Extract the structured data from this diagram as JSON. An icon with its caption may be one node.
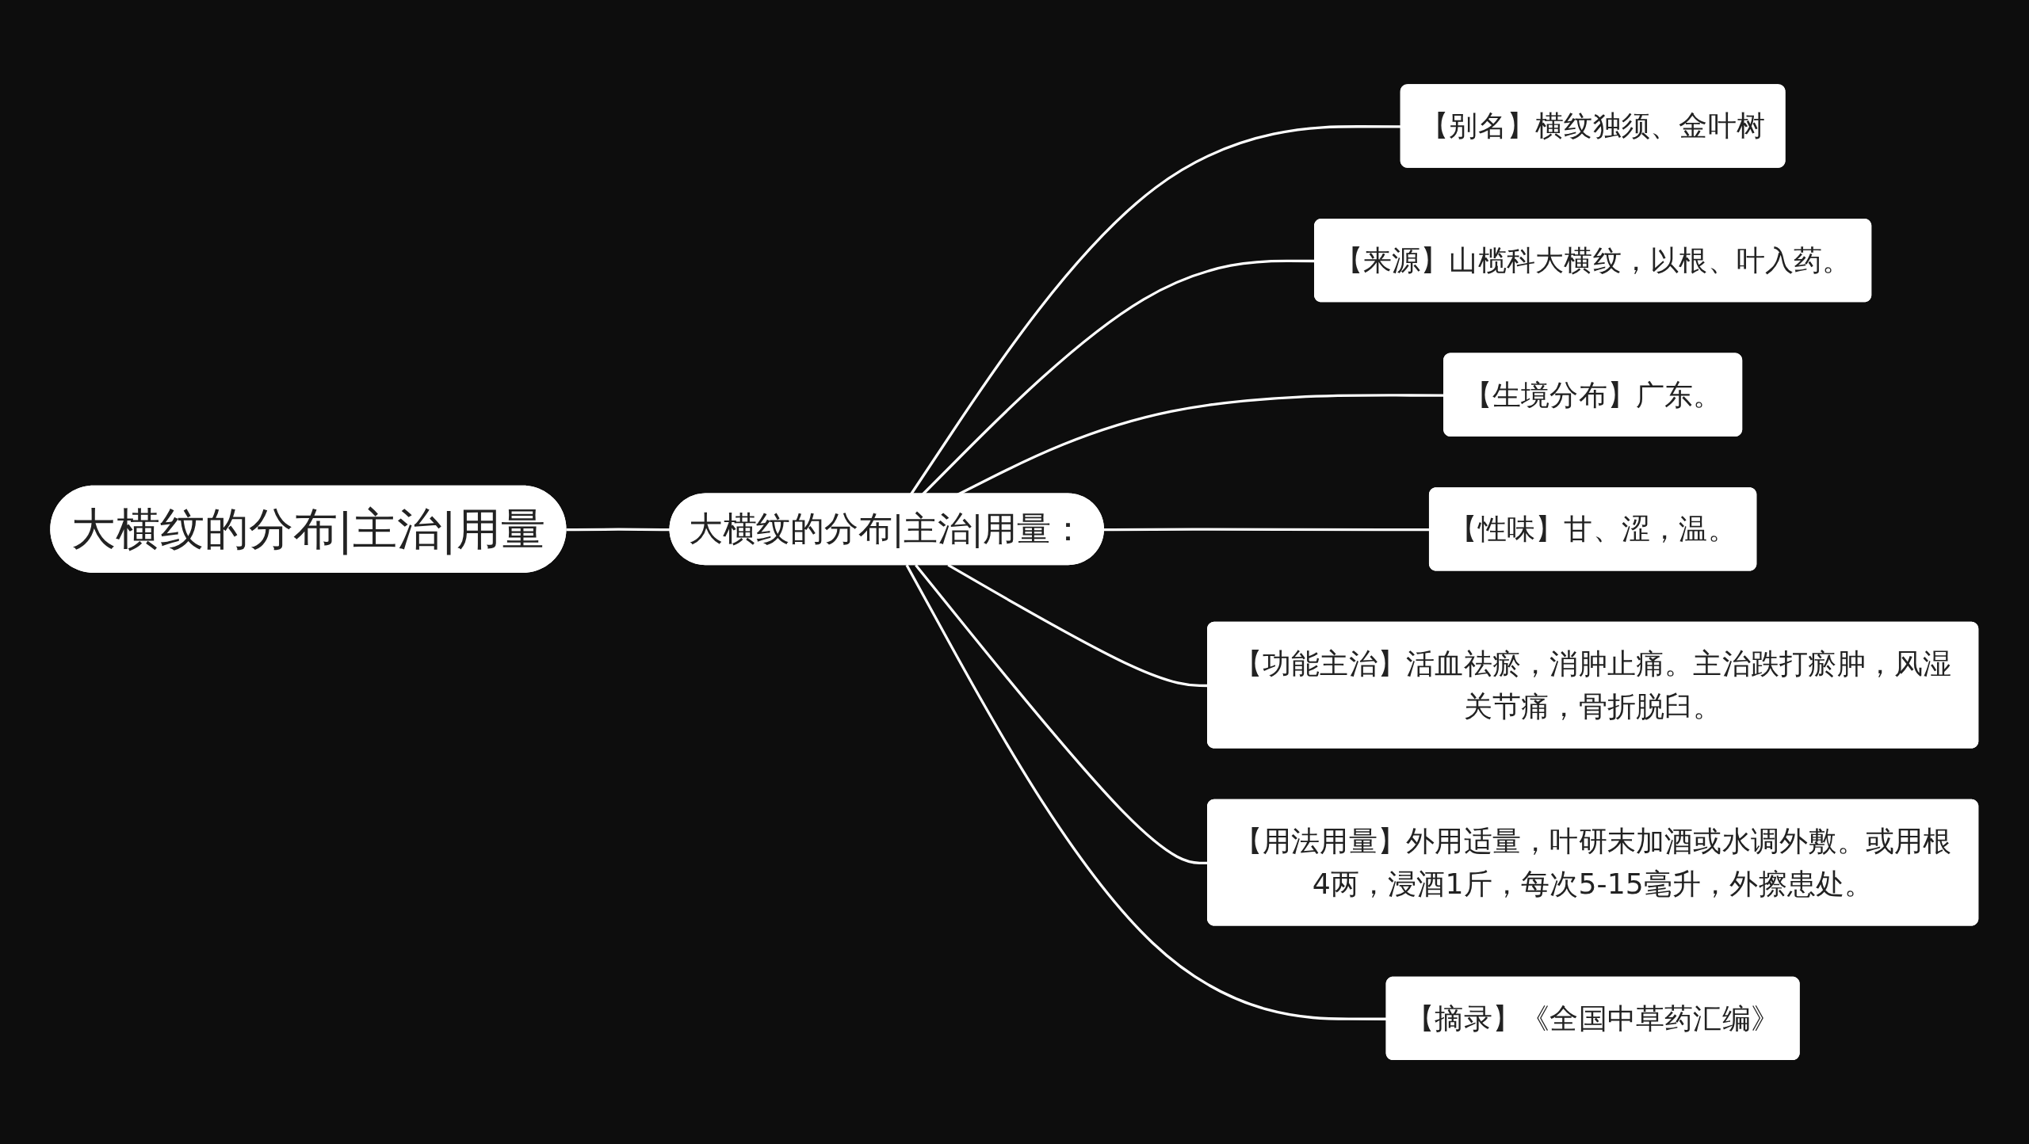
{
  "diagram": {
    "nodes": [
      {
        "text": [
          "大横纹的分布|主治|用量"
        ]
      },
      {
        "text": [
          "大横纹的分布|主治|用量："
        ]
      },
      {
        "text": [
          "【别名】横纹独须、金叶树"
        ]
      },
      {
        "text": [
          "【来源】山榄科大横纹，以根、叶入药。"
        ]
      },
      {
        "text": [
          "【生境分布】广东。"
        ]
      },
      {
        "text": [
          "【性味】甘、涩，温。"
        ]
      },
      {
        "text": [
          "【功能主治】活血祛瘀，消肿止痛。主治跌打瘀肿，风湿关节痛，骨折脱臼。"
        ]
      },
      {
        "text": [
          "【用法用量】外用适量，叶研末加酒或水调外敷。或用根4两，浸酒1斤，每次5-15毫升，外擦患处。"
        ]
      },
      {
        "text": [
          "【摘录】《全国中草药汇编》"
        ]
      }
    ],
    "edges": [
      {
        "from": 0,
        "to": 1,
        "arrow": "none"
      },
      {
        "from": 1,
        "to": 2,
        "arrow": "none"
      },
      {
        "from": 1,
        "to": 3,
        "arrow": "none"
      },
      {
        "from": 1,
        "to": 4,
        "arrow": "none"
      },
      {
        "from": 1,
        "to": 5,
        "arrow": "none"
      },
      {
        "from": 1,
        "to": 6,
        "arrow": "none"
      },
      {
        "from": 1,
        "to": 7,
        "arrow": "none"
      },
      {
        "from": 1,
        "to": 8,
        "arrow": "none"
      }
    ]
  }
}
